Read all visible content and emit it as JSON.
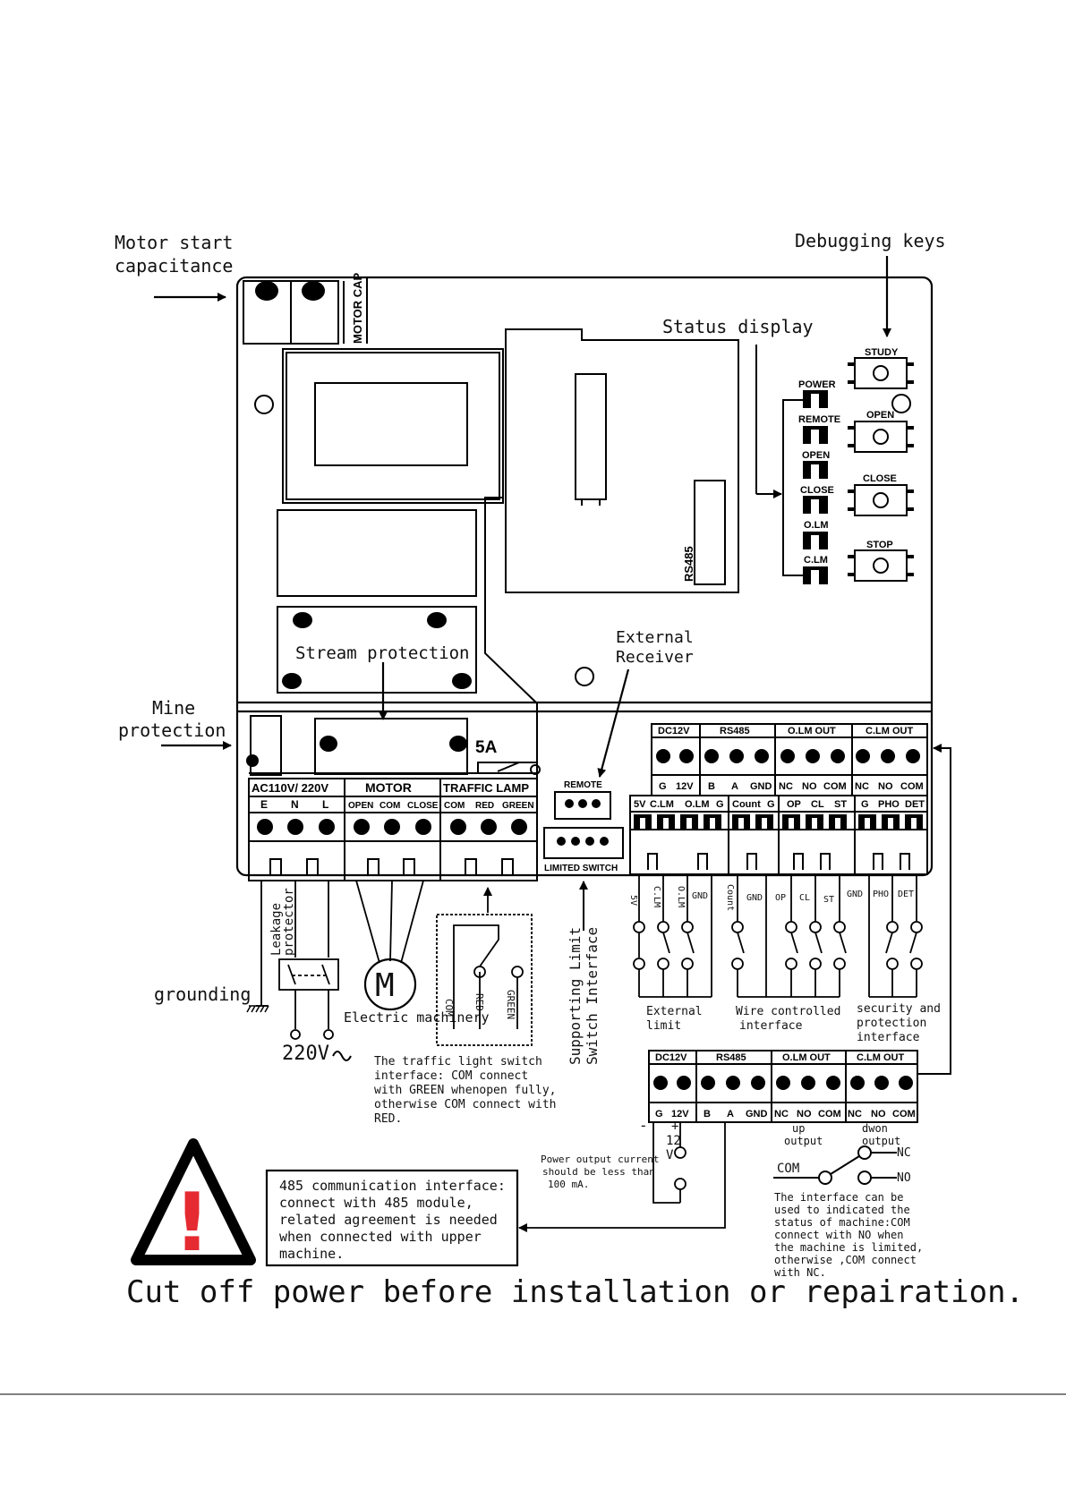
{
  "callouts": {
    "motor_cap": [
      "Motor start",
      "capacitance"
    ],
    "debug_keys": "Debugging keys",
    "status_display": "Status display",
    "external_receiver": [
      "External",
      "Receiver"
    ],
    "stream_protection": "Stream protection",
    "mine_protection": [
      "Mine",
      "protection"
    ],
    "grounding": "grounding",
    "leakage": [
      "Leakage",
      "protector"
    ],
    "electric_machinery": "Electric machinery",
    "supporting_limit": [
      "Supporting Limit",
      "Switch Interface"
    ],
    "external_limit": [
      "External",
      "limit"
    ],
    "wire_controlled": [
      "Wire controlled",
      "interface"
    ],
    "security": [
      "security and",
      "protection",
      "interface"
    ],
    "up_output": [
      "up",
      "output"
    ],
    "down_output": [
      "dwon",
      "output"
    ]
  },
  "board": {
    "motor_cap_label": "MOTOR CAP",
    "rs485_chip": "RS485",
    "fuse_rating": "5A",
    "remote_label": "REMOTE",
    "limited_switch_label": "LIMITED SWITCH"
  },
  "status_leds": [
    "POWER",
    "REMOTE",
    "OPEN",
    "CLOSE",
    "O.LM",
    "C.LM"
  ],
  "debug_buttons": [
    "STUDY",
    "OPEN",
    "CLOSE",
    "STOP"
  ],
  "left_terminals": {
    "headers": [
      "AC110V/ 220V",
      "MOTOR",
      "TRAFFIC LAMP"
    ],
    "sub": [
      "E",
      "N",
      "L",
      "OPEN",
      "COM",
      "CLOSE",
      "COM",
      "RED",
      "GREEN"
    ]
  },
  "top_terminals": {
    "headers": [
      "DC12V",
      "RS485",
      "O.LM OUT",
      "C.LM OUT"
    ],
    "sub": [
      "G",
      "12V",
      "B",
      "A",
      "GND",
      "NC",
      "NO",
      "COM",
      "NC",
      "NO",
      "COM"
    ]
  },
  "bottom_terminals": {
    "headers": [
      "5V",
      "C.LM",
      "O.LM",
      "G",
      "Count",
      "G",
      "OP",
      "CL",
      "ST",
      "G",
      "PHO",
      "DET"
    ]
  },
  "wire_labels": [
    "5V",
    "C.LM",
    "O.LM",
    "GND",
    "Count",
    "GND",
    "OP",
    "CL",
    "ST",
    "GND",
    "PHO",
    "DET"
  ],
  "traffic_switch_letters": [
    "COM",
    "RED",
    "GREEN"
  ],
  "supply": "220V",
  "motor_symbol": "M",
  "traffic_note": [
    "The traffic light switch",
    "interface: COM connect",
    "with GREEN whenopen fully,",
    "otherwise COM connect with",
    "RED."
  ],
  "power_note": [
    "Power output current",
    "should be less than",
    "100 mA."
  ],
  "power_polarity": [
    "-",
    "+",
    "12",
    "V"
  ],
  "rs485_note": [
    "485 communication interface:",
    "connect with  485 module,",
    "related agreement is needed",
    "when connected with upper",
    "machine."
  ],
  "relay_symbol": [
    "COM",
    "NC",
    "NO"
  ],
  "relay_note": [
    "The interface can be",
    "used to indicated the",
    "status of machine:COM",
    "connect with NO when",
    "the machine is limited,",
    "otherwise ,COM connect",
    "with NC."
  ],
  "warning_mark": "!",
  "warning": "Cut off power before installation or repairation."
}
